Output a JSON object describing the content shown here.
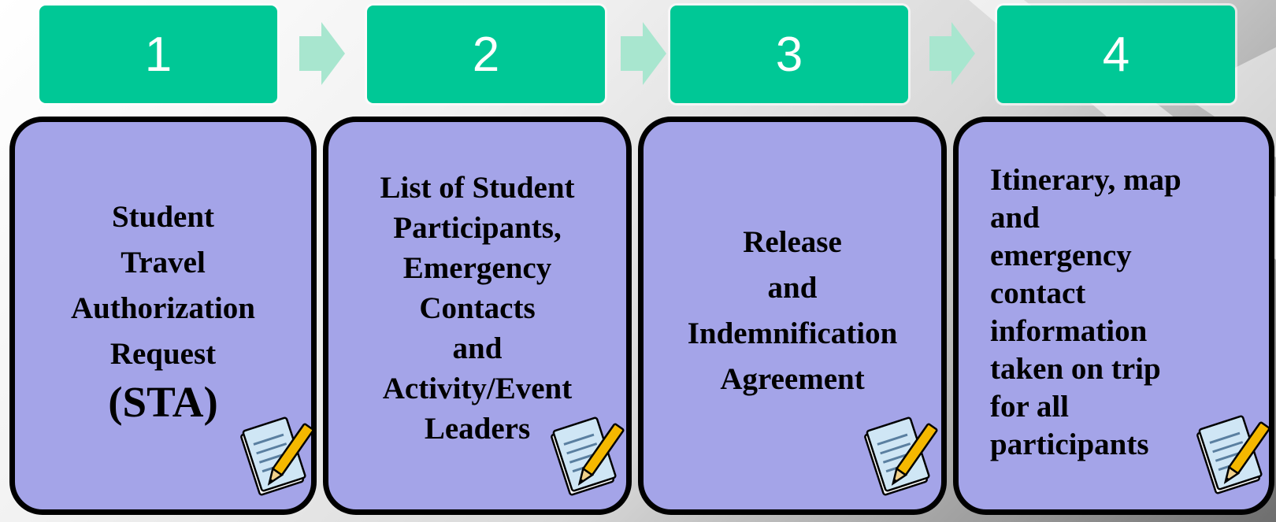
{
  "steps": [
    {
      "number": "1",
      "lines": [
        "Student",
        "Travel",
        "Authorization",
        "Request",
        "(STA)"
      ]
    },
    {
      "number": "2",
      "lines": [
        "List of Student",
        "Participants,",
        "Emergency",
        "Contacts",
        "and",
        "Activity/Event",
        "Leaders"
      ]
    },
    {
      "number": "3",
      "lines": [
        "Release",
        "and",
        "Indemnification",
        "Agreement"
      ]
    },
    {
      "number": "4",
      "lines": [
        "Itinerary, map",
        "and",
        "emergency",
        "contact",
        "information",
        "taken on trip",
        "for all",
        "participants"
      ]
    }
  ],
  "colors": {
    "header": "#00c896",
    "arrow": "#a8e6cf",
    "card_fill": "#a4a4e8",
    "card_border": "#000000"
  },
  "icons": {
    "card_corner": "document-pencil-icon",
    "connector": "chevron-arrow-icon"
  }
}
